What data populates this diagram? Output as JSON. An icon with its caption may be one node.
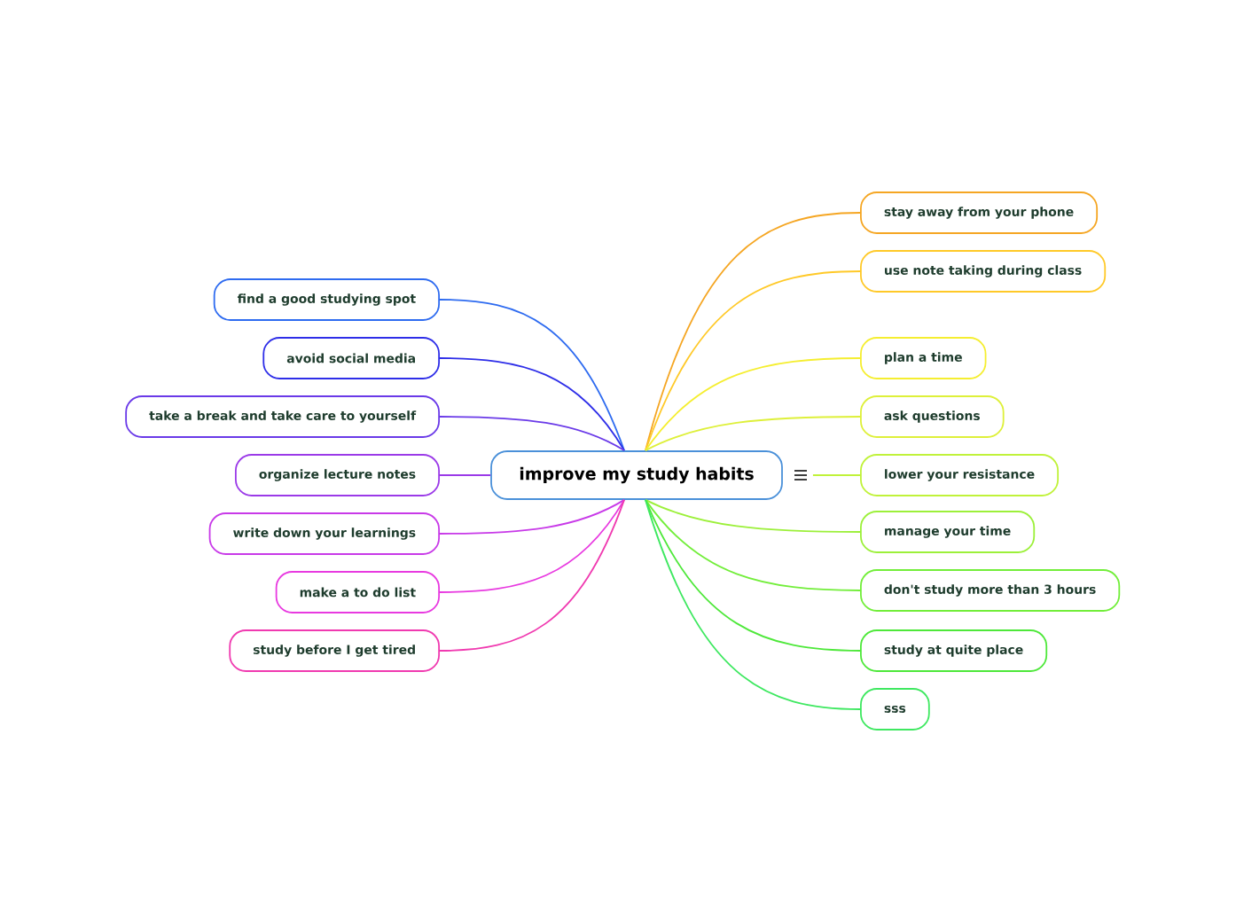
{
  "diagram": {
    "nodes": [
      {
        "text": [
          "improve my study habits"
        ]
      },
      {
        "text": [
          "stay away from your phone"
        ]
      },
      {
        "text": [
          "use note taking during class"
        ]
      },
      {
        "text": [
          "plan a time"
        ]
      },
      {
        "text": [
          "ask questions"
        ]
      },
      {
        "text": [
          "lower your resistance"
        ]
      },
      {
        "text": [
          "manage your time"
        ]
      },
      {
        "text": [
          "don't study more than 3 hours"
        ]
      },
      {
        "text": [
          "study at quite place"
        ]
      },
      {
        "text": [
          "sss"
        ]
      },
      {
        "text": [
          "find a good studying spot"
        ]
      },
      {
        "text": [
          "avoid social media"
        ]
      },
      {
        "text": [
          "take a break and take care to yourself"
        ]
      },
      {
        "text": [
          "organize lecture notes"
        ]
      },
      {
        "text": [
          "write down your learnings"
        ]
      },
      {
        "text": [
          "make  a to do list"
        ]
      },
      {
        "text": [
          "study before I get  tired"
        ]
      }
    ],
    "edges": [
      {
        "from": 0,
        "to": 1,
        "arrow": "none",
        "color": "#f5a623"
      },
      {
        "from": 0,
        "to": 2,
        "arrow": "none",
        "color": "#ffc928"
      },
      {
        "from": 0,
        "to": 3,
        "arrow": "none",
        "color": "#f5ee30"
      },
      {
        "from": 0,
        "to": 4,
        "arrow": "none",
        "color": "#def03a"
      },
      {
        "from": 0,
        "to": 5,
        "arrow": "none",
        "color": "#c0f23a"
      },
      {
        "from": 0,
        "to": 6,
        "arrow": "none",
        "color": "#9cf03a"
      },
      {
        "from": 0,
        "to": 7,
        "arrow": "none",
        "color": "#72ee3a"
      },
      {
        "from": 0,
        "to": 8,
        "arrow": "none",
        "color": "#4ee83a"
      },
      {
        "from": 0,
        "to": 9,
        "arrow": "none",
        "color": "#3ee860"
      },
      {
        "from": 0,
        "to": 10,
        "arrow": "none",
        "color": "#2e6bf0"
      },
      {
        "from": 0,
        "to": 11,
        "arrow": "none",
        "color": "#2e2ee8"
      },
      {
        "from": 0,
        "to": 12,
        "arrow": "none",
        "color": "#6a3ae8"
      },
      {
        "from": 0,
        "to": 13,
        "arrow": "none",
        "color": "#9b3ae8"
      },
      {
        "from": 0,
        "to": 14,
        "arrow": "none",
        "color": "#c83ae8"
      },
      {
        "from": 0,
        "to": 15,
        "arrow": "none",
        "color": "#e83ae0"
      },
      {
        "from": 0,
        "to": 16,
        "arrow": "none",
        "color": "#f03ab0"
      }
    ]
  }
}
